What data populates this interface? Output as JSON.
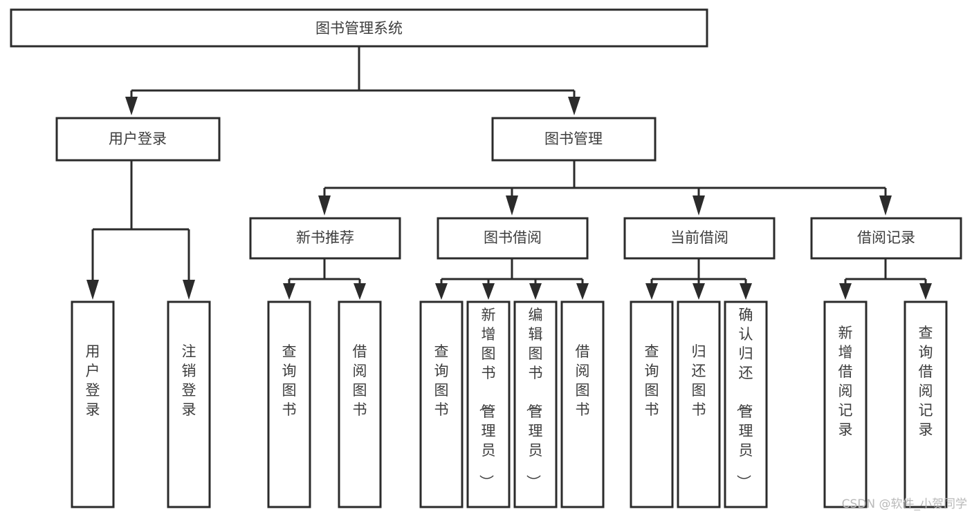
{
  "diagram": {
    "title_node": {
      "label": "图书管理系统"
    },
    "level2": [
      {
        "id": "user-login",
        "label": "用户登录"
      },
      {
        "id": "book-management",
        "label": "图书管理"
      }
    ],
    "level3": [
      {
        "id": "new-book-recommend",
        "label": "新书推荐"
      },
      {
        "id": "book-borrow",
        "label": "图书借阅"
      },
      {
        "id": "current-borrow",
        "label": "当前借阅"
      },
      {
        "id": "borrow-record",
        "label": "借阅记录"
      }
    ],
    "leaves": {
      "user-login": [
        {
          "id": "leaf-user-login",
          "label": "用户登录"
        },
        {
          "id": "leaf-logout-login",
          "label": "注销登录"
        }
      ],
      "new-book-recommend": [
        {
          "id": "leaf-query-book-1",
          "label": "查询图书"
        },
        {
          "id": "leaf-borrow-book-1",
          "label": "借阅图书"
        }
      ],
      "book-borrow": [
        {
          "id": "leaf-query-book-2",
          "label": "查询图书"
        },
        {
          "id": "leaf-add-book-admin",
          "label": "新增图书（管理员）"
        },
        {
          "id": "leaf-edit-book-admin",
          "label": "编辑图书（管理员）"
        },
        {
          "id": "leaf-borrow-book-2",
          "label": "借阅图书"
        }
      ],
      "current-borrow": [
        {
          "id": "leaf-query-book-3",
          "label": "查询图书"
        },
        {
          "id": "leaf-return-book",
          "label": "归还图书"
        },
        {
          "id": "leaf-confirm-return-admin",
          "label": "确认归还（管理员）"
        }
      ],
      "borrow-record": [
        {
          "id": "leaf-add-borrow-record",
          "label": "新增借阅记录"
        },
        {
          "id": "leaf-query-borrow-record",
          "label": "查询借阅记录"
        }
      ]
    },
    "watermark": {
      "text": "CSDN @软件_小贺同学"
    },
    "colors": {
      "stroke": "#2b2b2b",
      "node_fill": "#ffffff",
      "text": "#3d3d3d",
      "watermark": "#b9b9b9",
      "background": "#ffffff"
    }
  }
}
